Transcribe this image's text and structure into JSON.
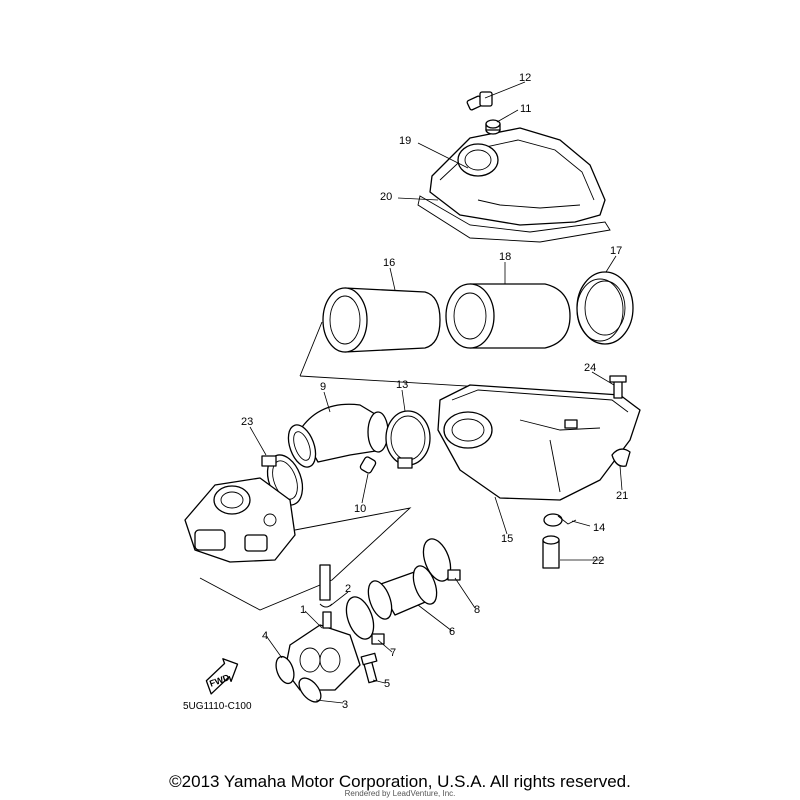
{
  "diagram": {
    "callouts": [
      {
        "id": "1",
        "label": "1"
      },
      {
        "id": "2",
        "label": "2"
      },
      {
        "id": "3",
        "label": "3"
      },
      {
        "id": "4",
        "label": "4"
      },
      {
        "id": "5",
        "label": "5"
      },
      {
        "id": "6",
        "label": "6"
      },
      {
        "id": "7",
        "label": "7"
      },
      {
        "id": "8",
        "label": "8"
      },
      {
        "id": "9",
        "label": "9"
      },
      {
        "id": "10",
        "label": "10"
      },
      {
        "id": "11",
        "label": "11"
      },
      {
        "id": "12",
        "label": "12"
      },
      {
        "id": "13",
        "label": "13"
      },
      {
        "id": "14",
        "label": "14"
      },
      {
        "id": "15",
        "label": "15"
      },
      {
        "id": "16",
        "label": "16"
      },
      {
        "id": "17",
        "label": "17"
      },
      {
        "id": "18",
        "label": "18"
      },
      {
        "id": "19",
        "label": "19"
      },
      {
        "id": "20",
        "label": "20"
      },
      {
        "id": "21",
        "label": "21"
      },
      {
        "id": "22",
        "label": "22"
      },
      {
        "id": "23",
        "label": "23"
      },
      {
        "id": "24",
        "label": "24"
      }
    ],
    "diagram_code": "5UG1110-C100",
    "fwd_label": "FWD"
  },
  "footer": {
    "copyright": "©2013 Yamaha Motor Corporation, U.S.A. All rights reserved.",
    "renderer": "Rendered by LeadVenture, Inc."
  }
}
